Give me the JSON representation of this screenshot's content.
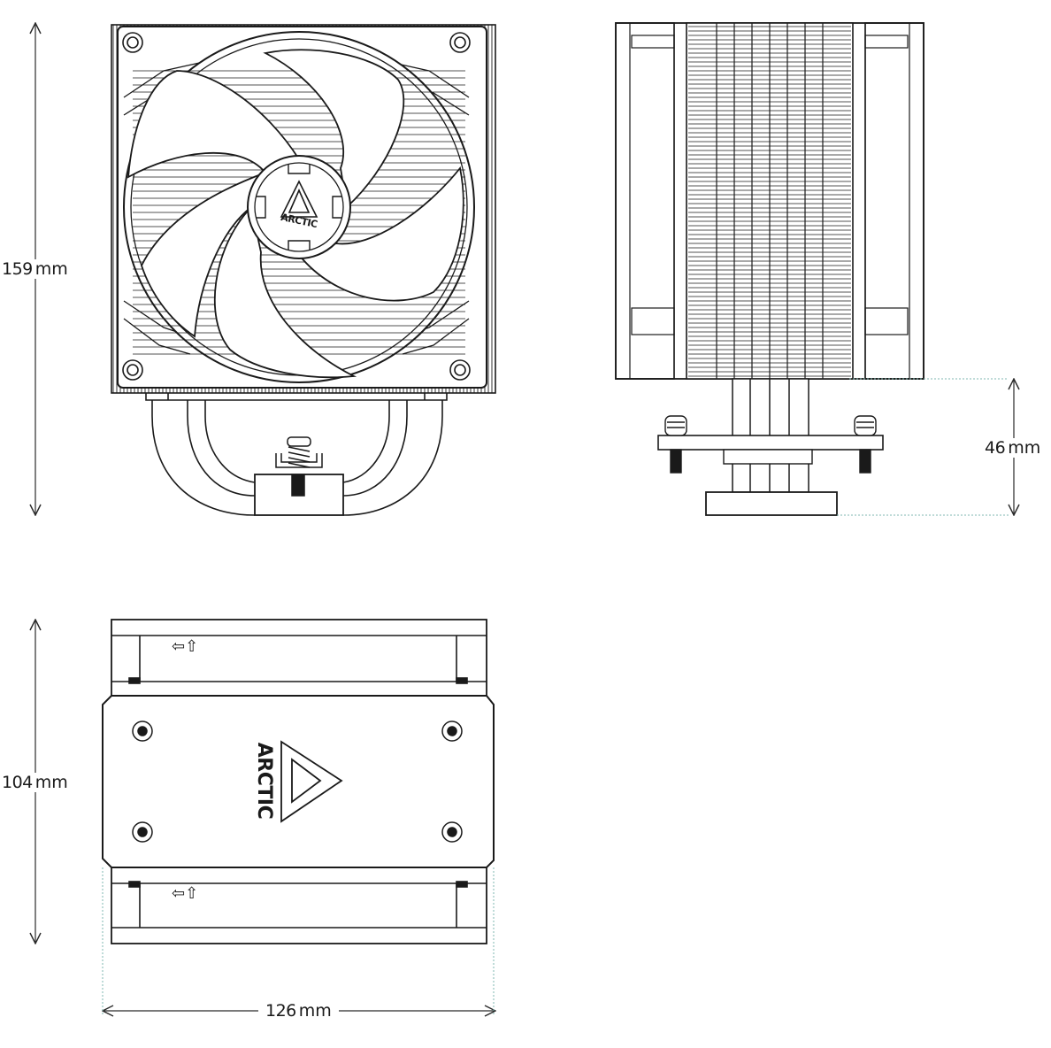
{
  "dimensions": {
    "height_total": {
      "value": "159",
      "unit": "mm"
    },
    "height_base": {
      "value": "46",
      "unit": "mm"
    },
    "depth": {
      "value": "104",
      "unit": "mm"
    },
    "width": {
      "value": "126",
      "unit": "mm"
    }
  },
  "branding": {
    "fan_hub_logo": "ARCTIC",
    "top_cover_logo": "ARCTIC"
  },
  "airflow_icon_label": "⇦⇧",
  "colors": {
    "line": "#1a1a1a",
    "dimension_line": "#2a2a2a",
    "extension_line": "#7fb7b0"
  }
}
